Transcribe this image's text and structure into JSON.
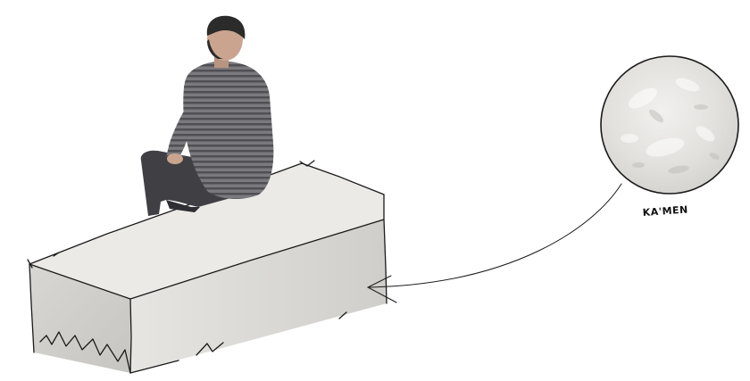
{
  "texture_label": "KA'MEN",
  "colors": {
    "background": "#ffffff",
    "stone_top": "#e9e8e6",
    "stone_front": "#d7d6d3",
    "stone_side": "#cfcecb",
    "sketch_line": "#1a1a1a",
    "shirt": "#6d6d70",
    "pants": "#3f3f44",
    "skin": "#caa48e",
    "hair": "#2b2b2b",
    "swatch": "#e4e3e0"
  },
  "illustration": {
    "figure": "seated-person-icon",
    "object": "stone-bench",
    "texture_swatch": "stone-texture-swatch",
    "connector": "curved-arrow"
  }
}
